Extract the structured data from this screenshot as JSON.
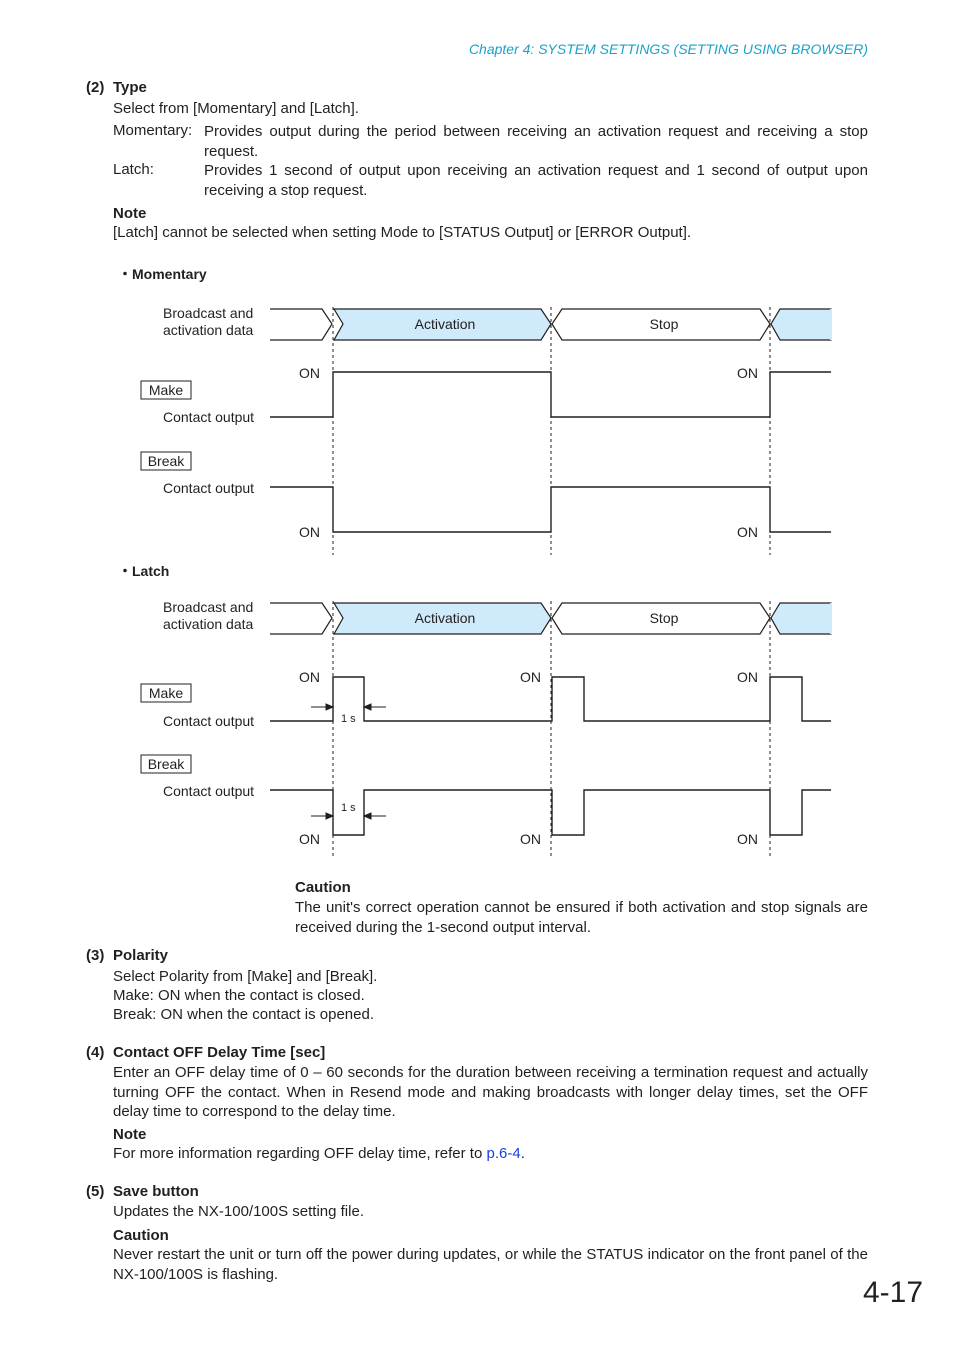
{
  "header": {
    "chapter": "Chapter 4:  SYSTEM SETTINGS (SETTING USING BROWSER)"
  },
  "type_section": {
    "number": "(2)",
    "title": "Type",
    "intro": "Select from [Momentary] and [Latch].",
    "momentary_label": "Momentary:",
    "momentary_text": "Provides output during the period between receiving an activation request and receiving a stop request.",
    "latch_label": "Latch:",
    "latch_text": "Provides 1 second of output upon receiving an activation request and 1 second of output upon receiving a stop request.",
    "note_title": "Note",
    "note_text": "[Latch] cannot be selected when setting Mode to [STATUS Output] or [ERROR Output]."
  },
  "diagram_momentary": {
    "bullet": "・Momentary",
    "broadcast_label_1": "Broadcast and",
    "broadcast_label_2": "activation data",
    "activation": "Activation",
    "stop": "Stop",
    "make": "Make",
    "break": "Break",
    "contact_output": "Contact output",
    "on": "ON"
  },
  "diagram_latch": {
    "bullet": "・Latch",
    "broadcast_label_1": "Broadcast and",
    "broadcast_label_2": "activation data",
    "activation": "Activation",
    "stop": "Stop",
    "make": "Make",
    "break": "Break",
    "contact_output": "Contact output",
    "on": "ON",
    "one_second": "1 s"
  },
  "caution_latch": {
    "title": "Caution",
    "text": "The unit's correct operation cannot be ensured if both activation and stop signals are received during the 1-second output interval."
  },
  "polarity_section": {
    "number": "(3)",
    "title": "Polarity",
    "line1": "Select Polarity from [Make] and [Break].",
    "line2": "Make:  ON when the contact is closed.",
    "line3": "Break: ON when the contact is opened."
  },
  "delay_section": {
    "number": "(4)",
    "title": "Contact OFF Delay Time [sec]",
    "text": "Enter an OFF delay time of 0 – 60 seconds for the duration between receiving a termination request and actually turning OFF the contact. When in Resend mode and making broadcasts with longer delay times, set the OFF delay time to correspond to the delay time.",
    "note_title": "Note",
    "note_text_before": "For more information regarding OFF delay time, refer to ",
    "note_link": "p.6-4",
    "note_text_after": "."
  },
  "save_section": {
    "number": "(5)",
    "title": "Save button",
    "text": "Updates the NX-100/100S setting file.",
    "caution_title": "Caution",
    "caution_text": "Never restart the unit or turn off the power during updates, or while the STATUS indicator on the front panel of the NX-100/100S is flashing."
  },
  "page_number": "4-17",
  "colors": {
    "header_accent": "#1aa3c8",
    "activation_fill": "#cfeafa",
    "link": "#1a3fe0"
  }
}
